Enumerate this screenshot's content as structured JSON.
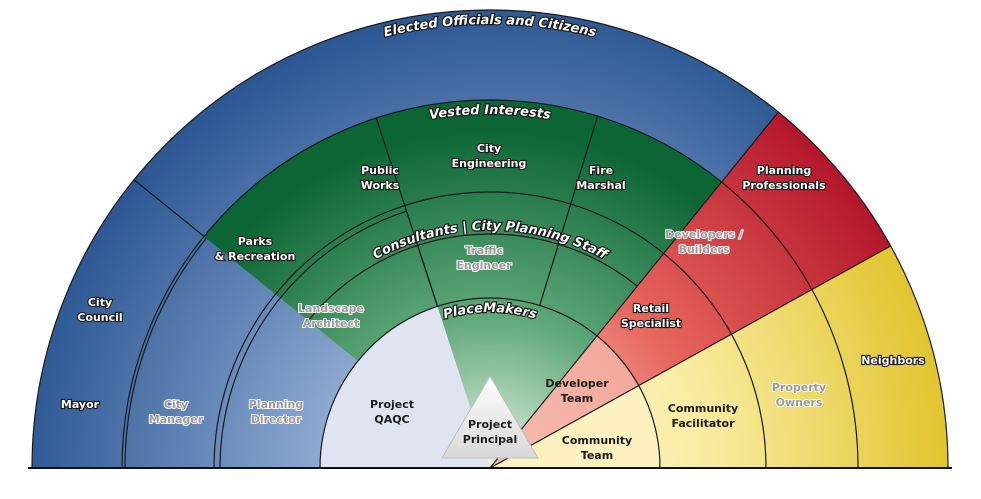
{
  "diagram": {
    "arc_titles": {
      "outer": "Elected Officials and Citizens",
      "vested": "Vested Interests",
      "consultants": "Consultants | City Planning Staff",
      "placemakers": "PlaceMakers"
    },
    "labels": {
      "city_council": [
        "City",
        "Council"
      ],
      "mayor": [
        "Mayor"
      ],
      "city_manager": [
        "City",
        "Manager"
      ],
      "planning_director": [
        "Planning",
        "Director"
      ],
      "project_qaqc": [
        "Project",
        "QAQC"
      ],
      "project_principal": [
        "Project",
        "Principal"
      ],
      "public_works": [
        "Public",
        "Works"
      ],
      "city_engineering": [
        "City",
        "Engineering"
      ],
      "fire_marshal": [
        "Fire",
        "Marshal"
      ],
      "parks_recreation": [
        "Parks",
        "& Recreation"
      ],
      "landscape_architect": [
        "Landscape",
        "Architect"
      ],
      "traffic_engineer": [
        "Traffic",
        "Engineer"
      ],
      "planning_professionals": [
        "Planning",
        "Professionals"
      ],
      "developers_builders": [
        "Developers /",
        "Builders"
      ],
      "retail_specialist": [
        "Retail",
        "Specialist"
      ],
      "developer_team": [
        "Developer",
        "Team"
      ],
      "community_team": [
        "Community",
        "Team"
      ],
      "community_facilitator": [
        "Community",
        "Facilitator"
      ],
      "property_owners": [
        "Property",
        "Owners"
      ],
      "neighbors": [
        "Neighbors"
      ]
    },
    "colors": {
      "blue_dark": "#1d4e8e",
      "blue_light": "#9bb0d4",
      "green_dark": "#0e6a3a",
      "green_light": "#b9d9c0",
      "red_dark": "#b3182c",
      "red_light": "#f2c5bd",
      "yellow_dark": "#e3c836",
      "yellow_light": "#fdf4cc"
    }
  }
}
